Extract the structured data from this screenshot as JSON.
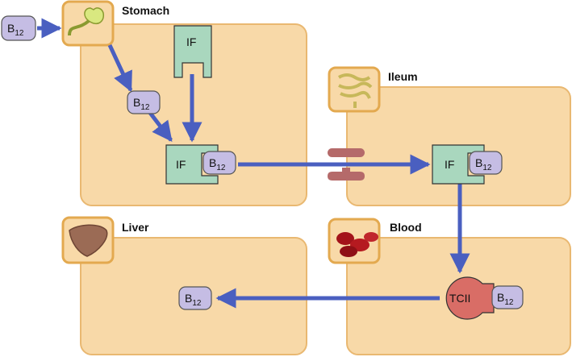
{
  "compartments": {
    "stomach": "Stomach",
    "ileum": "Ileum",
    "liver": "Liver",
    "blood": "Blood"
  },
  "molecules": {
    "b12_main": "B",
    "b12_sub": "12",
    "if_label": "IF",
    "tcii_label": "TCII"
  },
  "colors": {
    "compartment_fill": "#f8d9a8",
    "compartment_stroke": "#e9b871",
    "b12_fill": "#c5bde4",
    "if_fill": "#a9d7be",
    "tcii_fill": "#d96d66",
    "arrow": "#4a5fc0",
    "barrier": "#b56a6a"
  },
  "icons": [
    "stomach-icon",
    "intestine-icon",
    "liver-icon",
    "red-blood-cells-icon"
  ]
}
